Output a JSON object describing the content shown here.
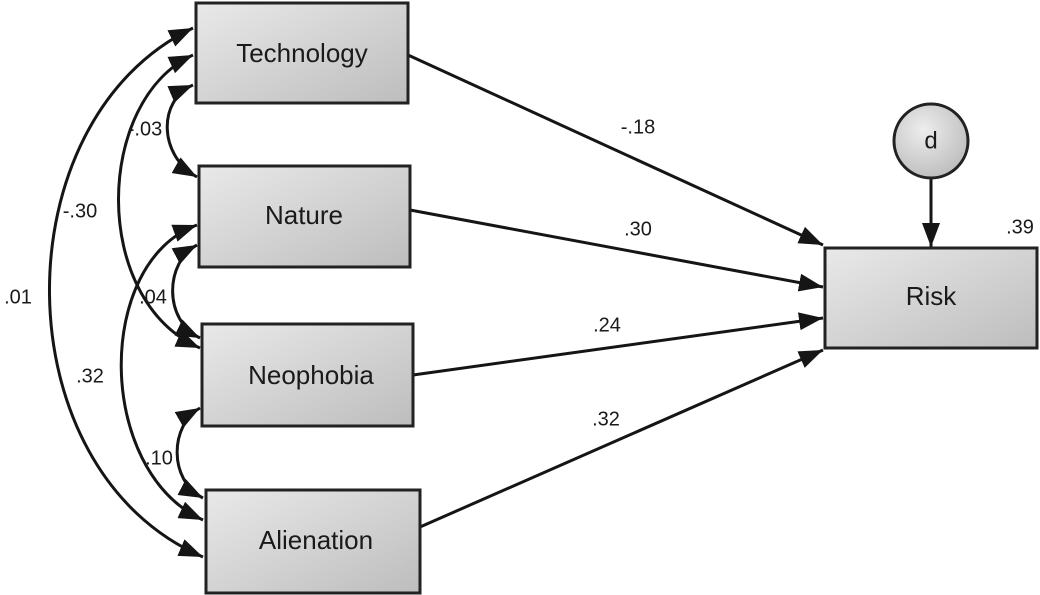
{
  "nodes": {
    "technology": "Technology",
    "nature": "Nature",
    "neophobia": "Neophobia",
    "alienation": "Alienation",
    "risk": "Risk",
    "disturbance": "d"
  },
  "paths": {
    "technology_risk": "-.18",
    "nature_risk": ".30",
    "neophobia_risk": ".24",
    "alienation_risk": ".32"
  },
  "r_squared": ".39",
  "correlations": {
    "technology_nature": "-.03",
    "technology_neophobia": "-.30",
    "technology_alienation": ".01",
    "nature_neophobia": ".04",
    "nature_alienation": ".32",
    "neophobia_alienation": ".10"
  }
}
